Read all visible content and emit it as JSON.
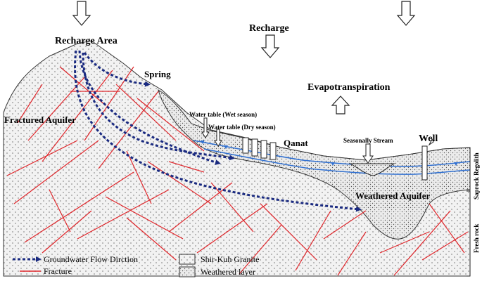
{
  "labels": {
    "recharge_area": "Recharge Area",
    "recharge": "Recharge",
    "spring": "Spring",
    "evapotranspiration": "Evapotranspiration",
    "fractured_aquifer": "Fractured Aquifer",
    "water_table_wet": "Water table (Wet season)",
    "water_table_dry": "Water table (Dry season)",
    "qanat": "Qanat",
    "seasonal_stream": "Seasonally Stream",
    "well": "Well",
    "weathered_aquifer": "Weathered Aquifer",
    "saprock_regolith": "Saprock Regolith",
    "fresh_rock": "Fresh rock"
  },
  "legend": {
    "flow": "Groundwater Flow Dirction",
    "fracture": "Fracture",
    "granite": "Shir-Kuh Granite",
    "weathered": "Weathered layer"
  },
  "colors": {
    "flow": "#1a2a80",
    "fracture": "#e0262b",
    "water_table": "#2f6fd0",
    "granite_bg": "#f2f2f2",
    "granite_dot": "#a8a8a8",
    "weathered_bg": "#ececec",
    "weathered_dot": "#555555"
  }
}
